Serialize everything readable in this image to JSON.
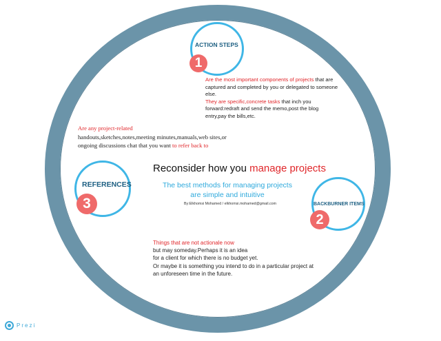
{
  "action_steps": {
    "title": "ACTION STEPS",
    "number": "1",
    "desc_red_1": "Are the most important components of projects",
    "desc_1": " that are captured and completed by you or delegated to someone else.",
    "desc_red_2": "They are specific,concrete tasks",
    "desc_2": " that inch you forward:redraft and send the memo,post the blog entry,pay the bills,etc."
  },
  "references": {
    "title": "REFERENCES",
    "number": "3",
    "desc_red_1": "Are any project-related",
    "desc_1": "handouts,sketches,notes,meeting minutes,manuals,web sites,or ongoing discussions chat that you want ",
    "desc_red_2": "to refer back to"
  },
  "backburner": {
    "title": "BACKBURNER ITEMS",
    "number": "2",
    "desc_red_1": "Things that are not actionale now",
    "desc_1": "but may someday.Perhaps it is an idea",
    "desc_2": "for a client for which there is no budget yet.",
    "desc_3": "Or maybe it is something you intend to do in a particular project at",
    "desc_4": "an unforeseen time in the future."
  },
  "center": {
    "title_plain": "Reconsider how you ",
    "title_red": "manage projects",
    "subtitle_line1": "The best methods for managing projects",
    "subtitle_line2": "are simple and intuitive",
    "author": "By:Elkhomsi Mohamed / elkhomsi.mohamed@gmail.com"
  },
  "footer": {
    "brand": "Prezi"
  },
  "colors": {
    "ring": "#6b94a9",
    "accent_blue": "#3fb6e6",
    "badge_red": "#ef6a6a",
    "text_red": "#e0262a",
    "title_blue": "#1d5f82"
  }
}
